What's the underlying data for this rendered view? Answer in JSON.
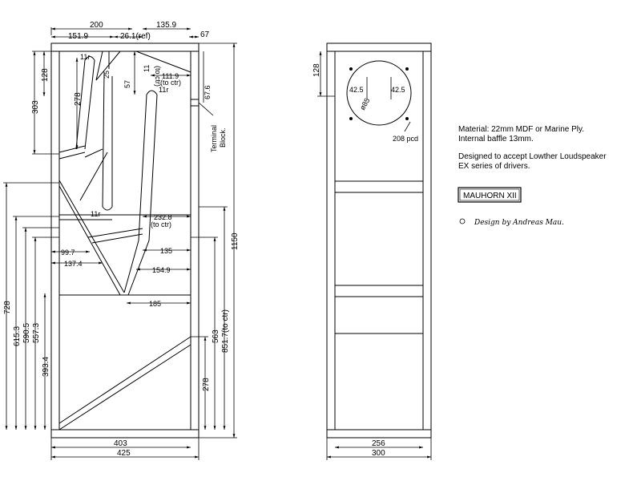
{
  "side_view": {
    "top": {
      "d200": "200",
      "d151_9": "151.9",
      "d26_1": "26.1(ref)",
      "d135_9": "135.9",
      "d67": "67"
    },
    "left": {
      "d128": "128",
      "d303": "303",
      "d278": "278",
      "d728": "728",
      "d615_3": "615.3",
      "d590_5": "590.5",
      "d557_3": "557.3",
      "d393_4": "393.4"
    },
    "inner": {
      "r11_a": "11r",
      "d25": "25",
      "d57": "57",
      "d11": "11",
      "to_ctr_a": "(to ctr)",
      "d111_9": "111.9",
      "to_ctr_b": "(to ctr)",
      "r11_b": "11r",
      "d67_6": "67.6",
      "terminal_1": "Terminal",
      "terminal_2": "Block.",
      "r11_c": "11r",
      "d232_8": "232.8",
      "to_ctr_c": "(to ctr)",
      "d99_7": "99.7",
      "d137_4": "137.4",
      "d135": "135",
      "d154_9": "154.9",
      "d185": "185"
    },
    "right": {
      "d1150": "1150",
      "d563": "563",
      "d851_7": "851.7(to ctr)",
      "d278": "278"
    },
    "bottom": {
      "d403": "403",
      "d425": "425"
    }
  },
  "front_view": {
    "d128": "128",
    "d42_5_left": "42.5",
    "d42_5_right": "42.5",
    "d85": "ø85",
    "pcd": "208 pcd",
    "d256": "256",
    "d300": "300"
  },
  "notes": {
    "line1": "Material: 22mm MDF or Marine Ply.",
    "line2": "Internal baffle 13mm.",
    "line3": "Designed to accept Lowther Loudspeaker",
    "line4": "EX series of drivers.",
    "title": "MAUHORN XII",
    "credit": "Design by Andreas Mau."
  }
}
